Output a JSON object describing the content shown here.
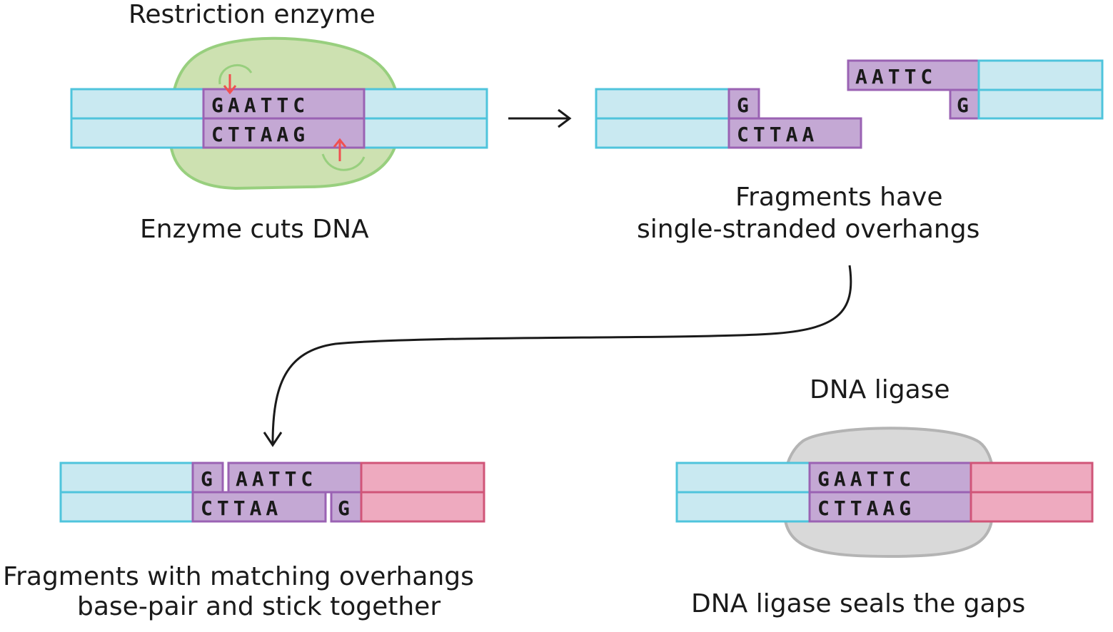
{
  "labels": {
    "restriction_enzyme": "Restriction enzyme",
    "enzyme_cuts": "Enzyme cuts DNA",
    "fragments_line1": "Fragments have",
    "fragments_line2": "single-stranded overhangs",
    "ligase_title": "DNA ligase",
    "matching_line1": "Fragments with matching overhangs",
    "matching_line2": "base-pair and stick together",
    "seals": "DNA ligase seals the gaps"
  },
  "sequences": {
    "cut_top": "GAATTC",
    "cut_bottom": "CTTAAG",
    "left_top": "G",
    "left_bottom": "CTTAA",
    "right_top": "AATTC",
    "right_bottom": "G",
    "join_top_left": "G",
    "join_top_right": "AATTC",
    "join_bottom_left": "CTTAA",
    "join_bottom_right": "G",
    "sealed_top": "GAATTC",
    "sealed_bottom": "CTTAAG"
  },
  "colors": {
    "dna_blue": "#c9e9f1",
    "dna_blue_stroke": "#4fc4dc",
    "dna_pink": "#eeaabf",
    "dna_pink_stroke": "#d05578",
    "site_purple": "#c4a8d4",
    "site_purple_stroke": "#9a62b3",
    "enzyme_green": "#cde1b1",
    "enzyme_green_stroke": "#98cf7e",
    "ligase_grey": "#d9d9d9",
    "ligase_grey_stroke": "#b4b4b4",
    "cut_arrow": "#f05050"
  }
}
